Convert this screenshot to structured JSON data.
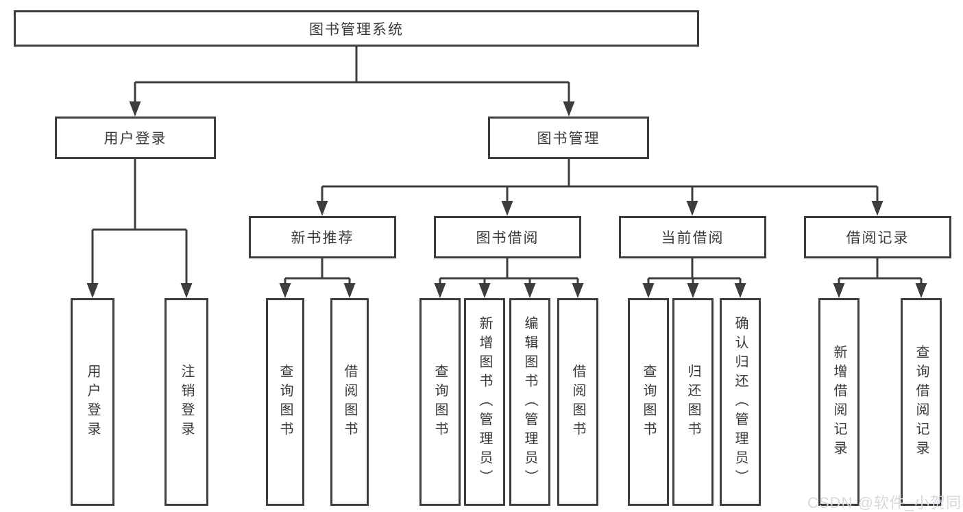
{
  "diagram": {
    "type": "hierarchy-tree",
    "title": "图书管理系统",
    "watermark": "CSDN @软件_小贺同学",
    "colors": {
      "line": "#3d3d3d",
      "border": "#3d3d3d",
      "text": "#3a3a3a",
      "background": "#ffffff",
      "watermark": "#d4d9de"
    },
    "nodes": {
      "root": {
        "label": "图书管理系统"
      },
      "user_login": {
        "label": "用户登录"
      },
      "book_mgmt": {
        "label": "图书管理"
      },
      "new_book_rec": {
        "label": "新书推荐"
      },
      "book_borrow": {
        "label": "图书借阅"
      },
      "current_borrow": {
        "label": "当前借阅"
      },
      "borrow_records": {
        "label": "借阅记录"
      },
      "leaf_user_login": {
        "label": "用户登录",
        "parent": "user_login"
      },
      "leaf_logout": {
        "label": "注销登录",
        "parent": "user_login"
      },
      "leaf_nb_query": {
        "label": "查询图书",
        "parent": "new_book_rec"
      },
      "leaf_nb_borrow": {
        "label": "借阅图书",
        "parent": "new_book_rec"
      },
      "leaf_bb_query": {
        "label": "查询图书",
        "parent": "book_borrow"
      },
      "leaf_bb_add": {
        "label": "新增图书（管理员）",
        "parent": "book_borrow"
      },
      "leaf_bb_edit": {
        "label": "编辑图书（管理员）",
        "parent": "book_borrow"
      },
      "leaf_bb_borrow": {
        "label": "借阅图书",
        "parent": "book_borrow"
      },
      "leaf_cb_query": {
        "label": "查询图书",
        "parent": "current_borrow"
      },
      "leaf_cb_return": {
        "label": "归还图书",
        "parent": "current_borrow"
      },
      "leaf_cb_confirm": {
        "label": "确认归还（管理员）",
        "parent": "current_borrow"
      },
      "leaf_br_add": {
        "label": "新增借阅记录",
        "parent": "borrow_records"
      },
      "leaf_br_query": {
        "label": "查询借阅记录",
        "parent": "borrow_records"
      }
    }
  }
}
